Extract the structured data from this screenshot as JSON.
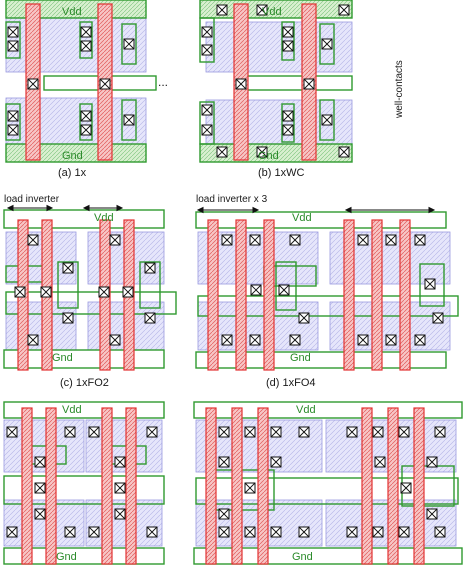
{
  "rails": {
    "vdd": "Vdd",
    "gnd": "Gnd"
  },
  "panels": {
    "a": {
      "caption": "(a) 1x",
      "dots": "..."
    },
    "b": {
      "caption": "(b) 1xWC",
      "side_note": "well-contacts"
    },
    "c": {
      "caption": "(c) 1xFO2",
      "load_note": "load inverter"
    },
    "d": {
      "caption": "(d) 1xFO4",
      "load_note": "load inverter x 3"
    }
  },
  "colors": {
    "poly_fill": "#f6b8b8",
    "poly_stroke": "#e23333",
    "metal": "#2f9a2f",
    "diffusion_fill": "#e2e2ff",
    "diffusion_stroke": "#9a9ae0",
    "contact": "#111111"
  }
}
